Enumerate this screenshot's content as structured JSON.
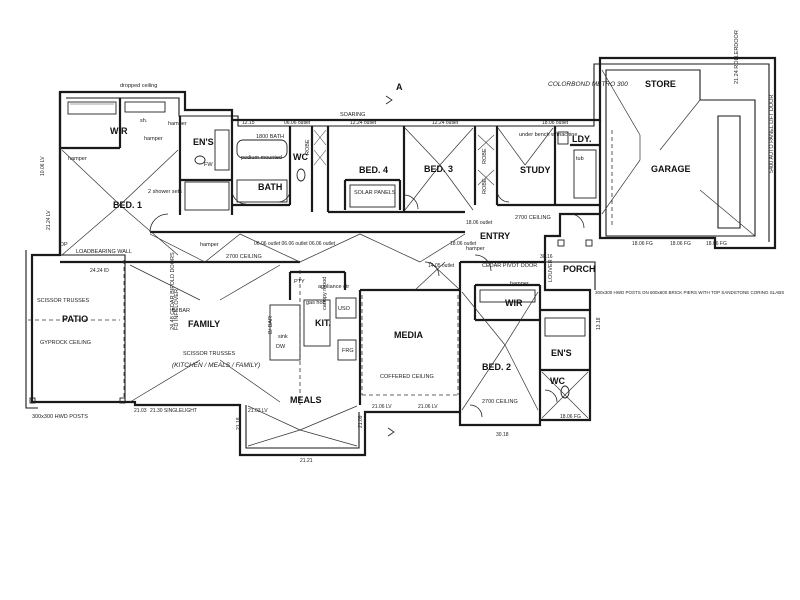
{
  "rooms": {
    "wir_master": "WIR",
    "ens_master": "EN'S",
    "bath": "BATH",
    "wc": "WC",
    "robe_1": "ROBE",
    "bed4": "BED. 4",
    "bed3": "BED. 3",
    "robe_2": "ROBE",
    "robe_3": "ROBE",
    "study": "STUDY",
    "ldy": "LDY.",
    "store": "STORE",
    "garage": "GARAGE",
    "bed1": "BED. 1",
    "entry": "ENTRY",
    "porch": "PORCH",
    "patio": "PATIO",
    "family": "FAMILY",
    "kit": "KIT.",
    "media": "MEDIA",
    "meals": "MEALS",
    "wir_2": "WIR",
    "ens_2": "EN'S",
    "wc_2": "WC",
    "bed2": "BED. 2"
  },
  "notes": {
    "dropped_ceiling": "dropped ceiling",
    "hamper_1": "hamper",
    "hamper_2": "hamper",
    "hamper_3": "hamper",
    "hamper_4": "hamper",
    "hamper_5": "hamper",
    "hamper_6": "hamper",
    "sh": "sh.",
    "two_shower_sets": "2 shower sets",
    "fw": "FW",
    "bath_size": "1800 BATH",
    "podium": "podium mounted",
    "solar_panels": "SOLAR PANELS",
    "under_bench": "under bench w/machine",
    "tub": "tub",
    "loadbearing": "LOADBEARING WALL",
    "ceiling_2700": "2700 CEILING",
    "ceiling_2700_b": "2700 CEILING",
    "ceiling_2700_c": "2700 CEILING",
    "scissor_trusses": "SCISSOR TRUSSES",
    "scissor_trusses_2": "SCISSOR TRUSSES",
    "scissor_sub": "(KITCHEN / MEALS / FAMILY)",
    "gyprock": "GYPROCK CEILING",
    "cedar_bifold": "24.48 CEDAR BIFOLD DOORS",
    "fd_infill": "FD INFILLOVER",
    "bar_1": "B/ BAR",
    "bar_2": "B/ BAR",
    "coffered": "COFFERED CEILING",
    "cedar_pivot": "CEDAR PIVOT DOOR",
    "louver": "LOUVER",
    "hwd_posts_1": "300x300 HWD POSTS",
    "hwd_posts_2": "300x300 HWD POSTS ON 600x600 BRICK PIERS WITH TOP SANDSTONE CORING SLABS",
    "roller_door": "21.24 ROLLERDOOR",
    "panel_lift": "5400 AUTO PANEL LIFT DOOR",
    "colorbond": "COLORBOND METRO 300",
    "soaring": "SOARING",
    "dp": "DP",
    "north": "A",
    "uso": "USO",
    "frg": "FRG",
    "pty": "PTY",
    "appliance": "appliance ctr",
    "gas_hob": "gas hob",
    "pantry_cupboard": "canopy rhood",
    "dw": "DW",
    "sink": "sink"
  },
  "dims": {
    "d01": "12.15",
    "d02": "06.06 outlet",
    "d03": "12.24 outlet",
    "d04": "12.24 outlet",
    "d05": "18.06 outlet",
    "d06": "06.06 outlet 06.06 outlet 06.06 outlet",
    "d07": "18.06 outlet",
    "d08": "18.06 FG",
    "d09": "18.06 FG",
    "d10": "18.06 FG",
    "d11": "24.24 ID",
    "d12": "21.30 SINGLELIGHT",
    "d13": "21.03 LV",
    "d14": "21.06 LV",
    "d15": "21.06 LV",
    "d16": "21.03",
    "d17": "21.21",
    "d18": "18.06 FG",
    "d19": "10.06 LV",
    "d20": "21.24 LV",
    "d21": "30.18",
    "d22": "14.05 outlet",
    "d23": "30.16",
    "d24": "21.18",
    "d25": "13.18",
    "d26": "21.09",
    "d27": "18.06 outlet"
  }
}
